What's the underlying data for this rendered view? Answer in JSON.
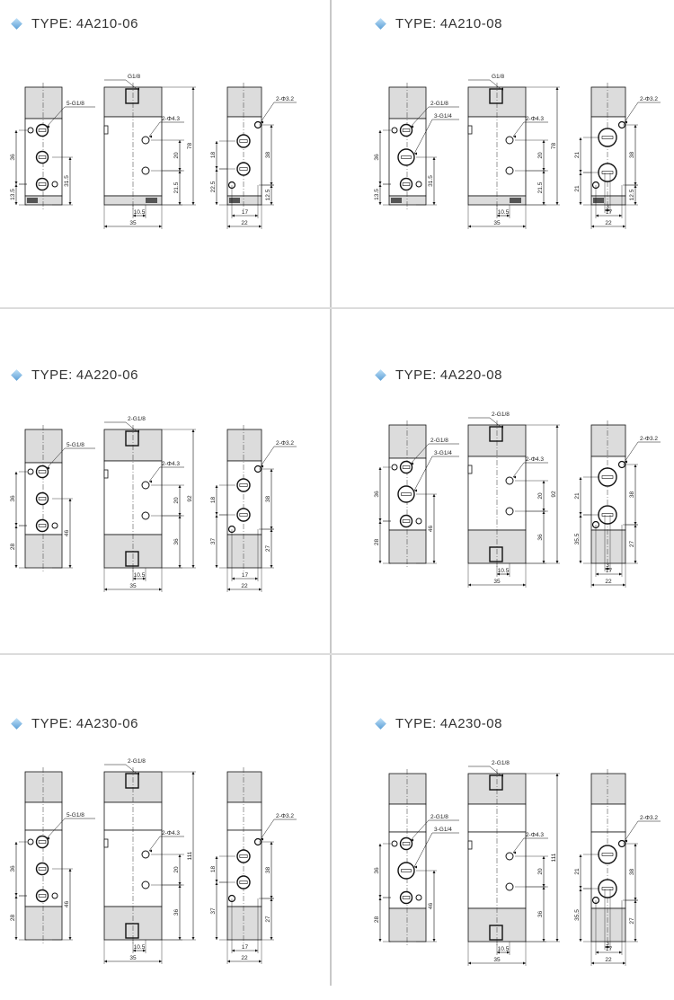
{
  "colors": {
    "accent": "#5b9fd6",
    "fill_gray": "#dcdcdc",
    "line": "#111111"
  },
  "panels": [
    {
      "prefix": "TYPE:",
      "model": "4A210-06",
      "series": "210",
      "size": "06",
      "left": {
        "callout_a": "5-G1/8",
        "dim_span": "36",
        "dim_lower": "13.5",
        "dim_port": "31.5"
      },
      "center": {
        "callout_top": "G1/8",
        "callout_holes": "2-Φ4.3",
        "dim_height": "78",
        "dim_holes": "20",
        "dim_lower": "21.5",
        "dim_offset": "10.5",
        "dim_width": "35"
      },
      "right": {
        "callout_holes": "2-Φ3.2",
        "dim_ports_upper": "18",
        "dim_ports_lower": "22.5",
        "dim_holes": "38",
        "dim_lower": "12.5",
        "dim_hole_spacing": "17",
        "dim_width": "22"
      }
    },
    {
      "prefix": "TYPE:",
      "model": "4A210-08",
      "series": "210",
      "size": "08",
      "left": {
        "callout_a": "2-G1/8",
        "callout_b": "3-G1/4",
        "dim_span": "36",
        "dim_lower": "13.5",
        "dim_port": "31.5"
      },
      "center": {
        "callout_top": "G1/8",
        "callout_holes": "2-Φ4.3",
        "dim_height": "78",
        "dim_holes": "20",
        "dim_lower": "21.5",
        "dim_offset": "10.5",
        "dim_width": "35"
      },
      "right": {
        "callout_holes": "2-Φ3.2",
        "dim_ports_upper": "21",
        "dim_ports_lower": "21",
        "dim_holes": "38",
        "dim_lower": "12.5",
        "dim_port_w": "3",
        "dim_hole_spacing": "17",
        "dim_width": "22"
      }
    },
    {
      "prefix": "TYPE:",
      "model": "4A220-06",
      "series": "220",
      "size": "06",
      "left": {
        "callout_a": "5-G1/8",
        "dim_span": "36",
        "dim_lower": "28",
        "dim_port": "46"
      },
      "center": {
        "callout_top": "2-G1/8",
        "callout_holes": "2-Φ4.3",
        "dim_height": "92",
        "dim_holes": "20",
        "dim_lower": "36",
        "dim_offset": "10.5",
        "dim_width": "35"
      },
      "right": {
        "callout_holes": "2-Φ3.2",
        "dim_ports_upper": "18",
        "dim_ports_lower": "37",
        "dim_holes": "38",
        "dim_lower": "27",
        "dim_hole_spacing": "17",
        "dim_width": "22"
      }
    },
    {
      "prefix": "TYPE:",
      "model": "4A220-08",
      "series": "220",
      "size": "08",
      "left": {
        "callout_a": "2-G1/8",
        "callout_b": "3-G1/4",
        "dim_span": "36",
        "dim_lower": "28",
        "dim_port": "46"
      },
      "center": {
        "callout_top": "2-G1/8",
        "callout_holes": "2-Φ4.3",
        "dim_height": "92",
        "dim_holes": "20",
        "dim_lower": "36",
        "dim_offset": "10.5",
        "dim_width": "35"
      },
      "right": {
        "callout_holes": "2-Φ3.2",
        "dim_ports_upper": "21",
        "dim_ports_lower": "35.5",
        "dim_holes": "38",
        "dim_lower": "27",
        "dim_port_w": "3",
        "dim_hole_spacing": "17",
        "dim_width": "22"
      }
    },
    {
      "prefix": "TYPE:",
      "model": "4A230-06",
      "series": "230",
      "size": "06",
      "left": {
        "callout_a": "5-G1/8",
        "dim_span": "36",
        "dim_lower": "28",
        "dim_port": "46"
      },
      "center": {
        "callout_top": "2-G1/8",
        "callout_holes": "2-Φ4.3",
        "dim_height": "111",
        "dim_holes": "20",
        "dim_lower": "36",
        "dim_offset": "10.5",
        "dim_width": "35"
      },
      "right": {
        "callout_holes": "2-Φ3.2",
        "dim_ports_upper": "18",
        "dim_ports_lower": "37",
        "dim_holes": "38",
        "dim_lower": "27",
        "dim_hole_spacing": "17",
        "dim_width": "22"
      }
    },
    {
      "prefix": "TYPE:",
      "model": "4A230-08",
      "series": "230",
      "size": "08",
      "left": {
        "callout_a": "2-G1/8",
        "callout_b": "3-G1/4",
        "dim_span": "36",
        "dim_lower": "28",
        "dim_port": "46"
      },
      "center": {
        "callout_top": "2-G1/8",
        "callout_holes": "2-Φ4.3",
        "dim_height": "111",
        "dim_holes": "20",
        "dim_lower": "36",
        "dim_offset": "10.5",
        "dim_width": "35"
      },
      "right": {
        "callout_holes": "2-Φ3.2",
        "dim_ports_upper": "21",
        "dim_ports_lower": "35.5",
        "dim_holes": "38",
        "dim_lower": "27",
        "dim_port_w": "3",
        "dim_hole_spacing": "17",
        "dim_width": "22"
      }
    }
  ]
}
